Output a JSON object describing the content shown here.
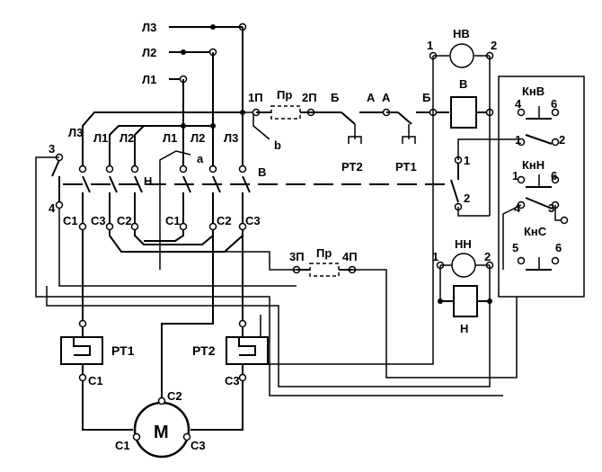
{
  "labels": {
    "l3_bus": "Л3",
    "l2_bus": "Л2",
    "l1_bus": "Л1",
    "pn1": "1П",
    "pr_top": "Пр",
    "pn2": "2П",
    "b1": "Б",
    "a1": "А",
    "a2": "А",
    "b2": "Б",
    "hv": "НВ",
    "hv_1": "1",
    "hv_2": "2",
    "v_coil": "В",
    "knv": "КнВ",
    "knv_4": "4",
    "knv_6": "6",
    "knv_1": "1",
    "knv_2": "2",
    "knn": "КнН",
    "knn_1": "1",
    "knn_6": "6",
    "knn_4": "4",
    "knn_3": "3",
    "knc": "КнС",
    "knc_5": "5",
    "knc_6": "6",
    "hn": "НН",
    "hn_1": "1",
    "hn_2": "2",
    "h_coil": "Н",
    "rt2_contact": "РТ2",
    "rt1_contact": "РТ1",
    "b_small": "b",
    "l3_left": "Л3",
    "l1_left": "Л1",
    "l2_left": "Л2",
    "l1_mid": "Л1",
    "l2_mid": "Л2",
    "l3_right": "Л3",
    "a_small": "а",
    "n_contactor": "Н",
    "v_line": "В",
    "aux_3": "3",
    "aux_4": "4",
    "aux2_1": "1",
    "aux2_2": "2",
    "c1_a": "С1",
    "c3_a": "С3",
    "c2_a": "С2",
    "c1_b": "С1",
    "c2_b": "С2",
    "c3_b": "С3",
    "pn3": "3П",
    "pr_mid": "Пр",
    "pn4": "4П",
    "rt1": "РТ1",
    "rt2": "РТ2",
    "c1_rt": "С1",
    "c3_rt": "С3",
    "c2_m": "С2",
    "c1_m": "С1",
    "c3_m": "С3",
    "motor": "М"
  }
}
